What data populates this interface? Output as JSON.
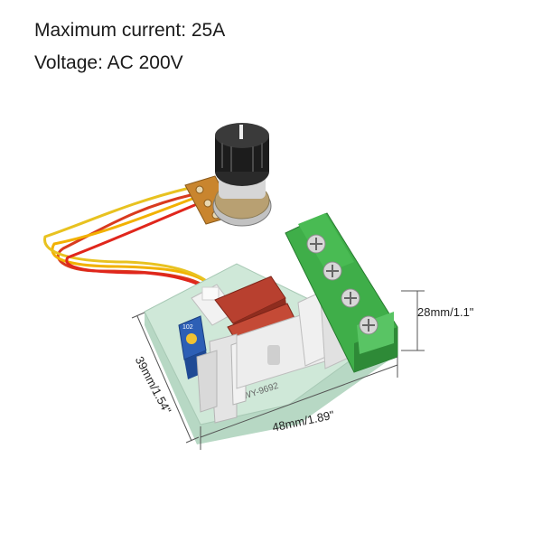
{
  "specs": {
    "max_current": "Maximum current: 25A",
    "voltage": "Voltage: AC 200V"
  },
  "dimensions": {
    "height": "28mm/1.1\"",
    "width": "48mm/1.89\"",
    "depth": "39mm/1.54\""
  },
  "board_marking": "WY-9692",
  "trimmer_marking": "102",
  "colors": {
    "pcb": "#cfe8d8",
    "terminal": "#3fae49",
    "capacitor": "#b8402f",
    "heatsink": "#e4e4e4",
    "trimmer": "#2d5fb5",
    "knob": "#1c1c1c"
  }
}
